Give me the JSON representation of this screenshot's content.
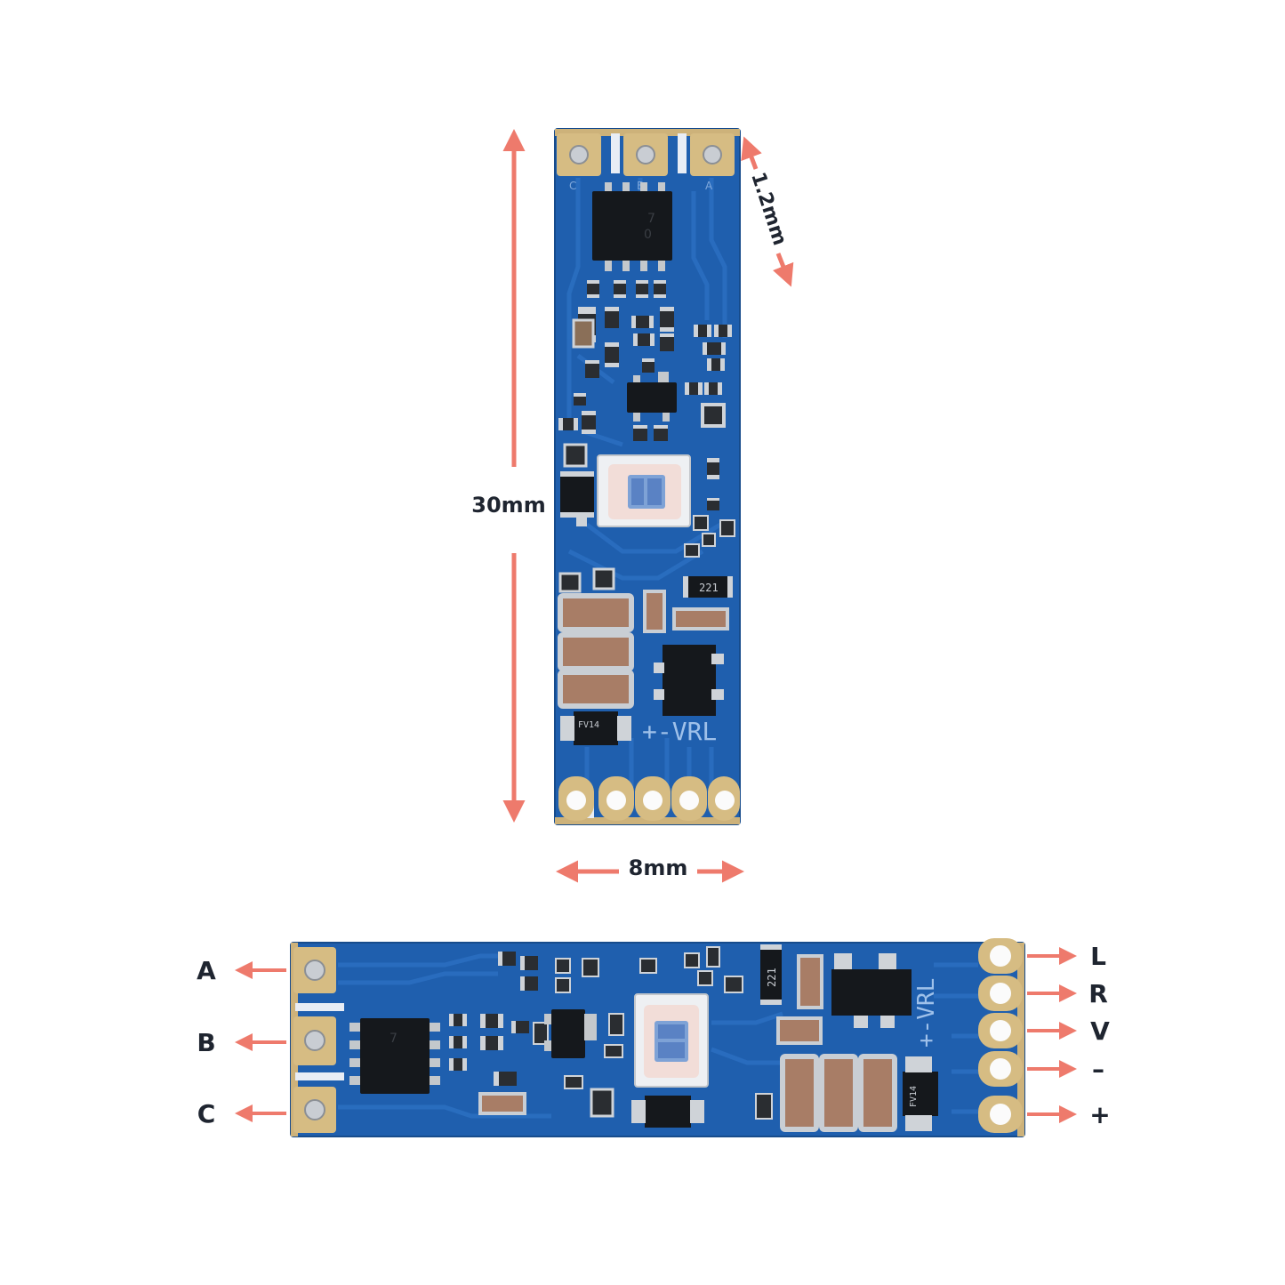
{
  "dimensions": {
    "length": "30mm",
    "width": "8mm",
    "pad_spacing": "1.2mm"
  },
  "pins_left": [
    "A",
    "B",
    "C"
  ],
  "pins_right": [
    "L",
    "R",
    "V",
    "–",
    "+"
  ],
  "silkscreen": {
    "power_pins": "+-VRL",
    "inductor_code": "221",
    "diode_code": "FV14",
    "ic_code_1": "7",
    "ic_code_2": "0",
    "pad_mark_1": "C",
    "pad_mark_2": "B",
    "pad_mark_3": "A"
  },
  "colors": {
    "pcb": "#1f5fae",
    "pcb_dark": "#184f95",
    "trace": "#2a6cbd",
    "pad_gold": "#d6bc83",
    "arrow": "#ee7a6c",
    "text": "#1f2530"
  }
}
